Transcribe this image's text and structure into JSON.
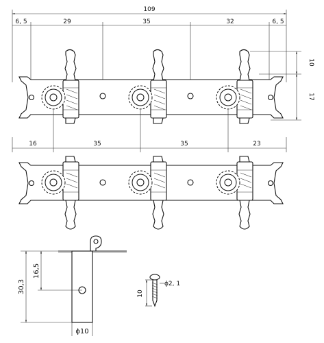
{
  "top_view": {
    "overall_width": "109",
    "top_segments": [
      "6, 5",
      "29",
      "35",
      "32",
      "6, 5"
    ],
    "bottom_segments": [
      "16",
      "35",
      "35",
      "23"
    ],
    "right_dims": [
      "10",
      "17"
    ]
  },
  "side_view": {
    "height_total": "30,3",
    "height_part": "16,5",
    "diameter": "ϕ10"
  },
  "screw": {
    "length": "10",
    "diameter": "ϕ2, 1"
  }
}
